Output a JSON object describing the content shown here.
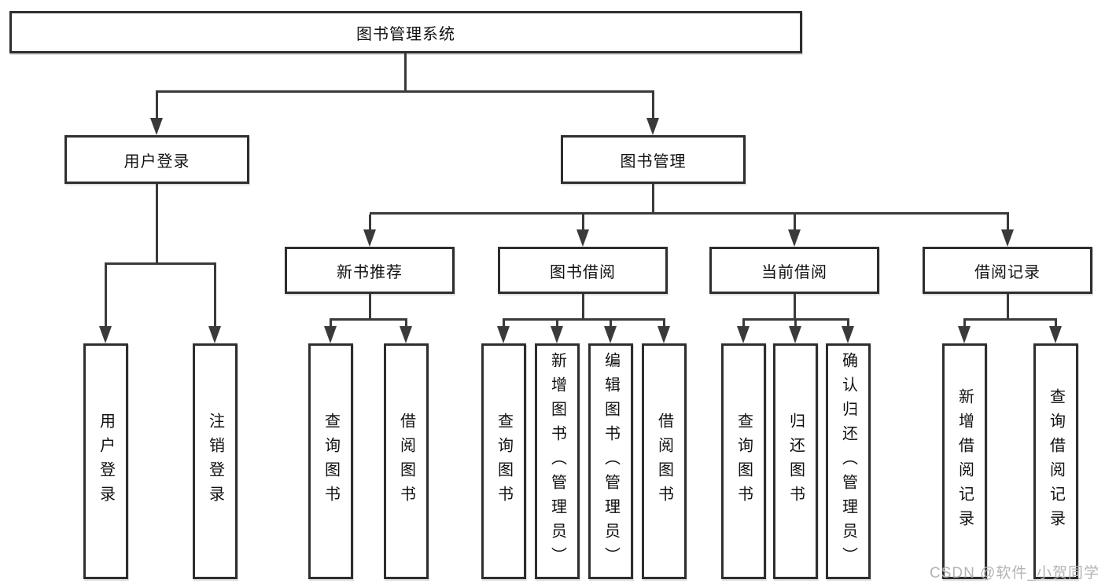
{
  "tree": {
    "root": "图书管理系统",
    "user_login": {
      "label": "用户登录",
      "children": [
        "用户登录",
        "注销登录"
      ]
    },
    "book_mgmt": {
      "label": "图书管理",
      "children": [
        {
          "label": "新书推荐",
          "children": [
            "查询图书",
            "借阅图书"
          ]
        },
        {
          "label": "图书借阅",
          "children": [
            "查询图书",
            "新增图书（管理员）",
            "编辑图书（管理员）",
            "借阅图书"
          ]
        },
        {
          "label": "当前借阅",
          "children": [
            "查询图书",
            "归还图书",
            "确认归还（管理员）"
          ]
        },
        {
          "label": "借阅记录",
          "children": [
            "新增借阅记录",
            "查询借阅记录"
          ]
        }
      ]
    }
  },
  "watermark": "CSDN @软件_小贺同学",
  "colors": {
    "line": "#3a3a3a",
    "box_border": "#2e2e2e",
    "box_fill": "#ffffff",
    "text": "#111111",
    "watermark": "#b3b3b3",
    "background": "#ffffff"
  }
}
